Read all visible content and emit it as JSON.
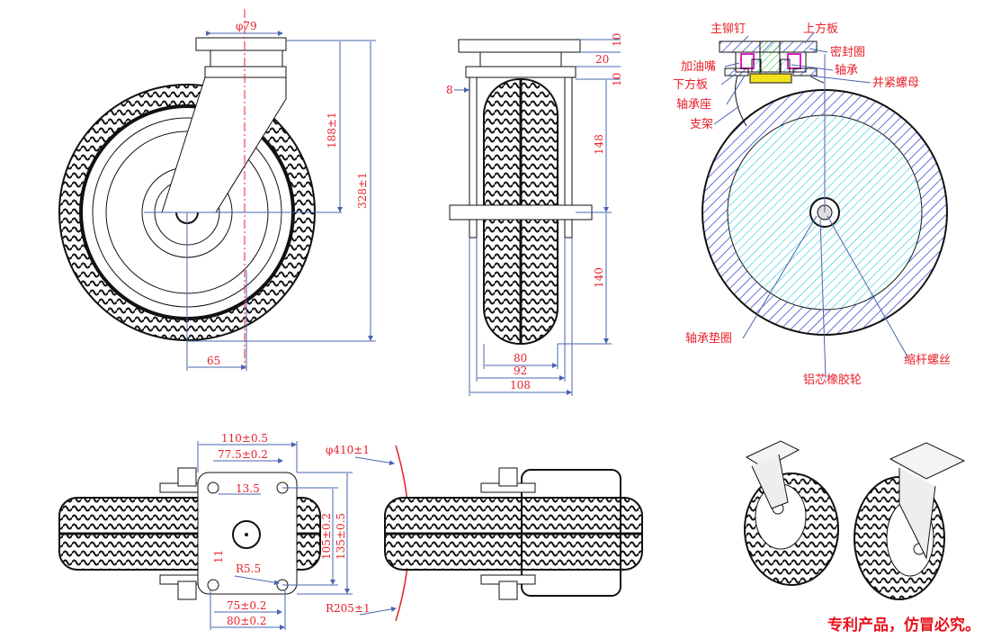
{
  "front_view": {
    "dim_top": "φ79",
    "dim_188": "188±1",
    "dim_328": "328±1",
    "dim_65": "65"
  },
  "side_view": {
    "dim_10a": "10",
    "dim_20": "20",
    "dim_10b": "10",
    "dim_8": "8",
    "dim_148": "148",
    "dim_140": "140",
    "dim_80": "80",
    "dim_92": "92",
    "dim_108": "108"
  },
  "section_view": {
    "labels": [
      "主铆钉",
      "上方板",
      "密封圈",
      "加油嘴",
      "轴承",
      "下方板",
      "并紧螺母",
      "轴承座",
      "支架",
      "轴承垫圈",
      "缩杆螺丝",
      "铝芯橡胶轮"
    ],
    "colors": {
      "hatch_blue": "#3344cc",
      "hatch_cyan": "#22c8d8",
      "hatch_green": "#22cc33",
      "hatch_magenta": "#e020c0"
    }
  },
  "bottom_view": {
    "dim_110": "110±0.5",
    "dim_77_5": "77.5±0.2",
    "dim_13_5": "13.5",
    "dim_105": "105±0.2",
    "dim_135": "135±0.5",
    "dim_11": "11",
    "dim_r5_5": "R5.5",
    "dim_75": "75±0.2",
    "dim_80": "80±0.2",
    "dim_phi410": "φ410±1",
    "dim_r205": "R205±1"
  },
  "notice": "专利产品，仿冒必究。"
}
